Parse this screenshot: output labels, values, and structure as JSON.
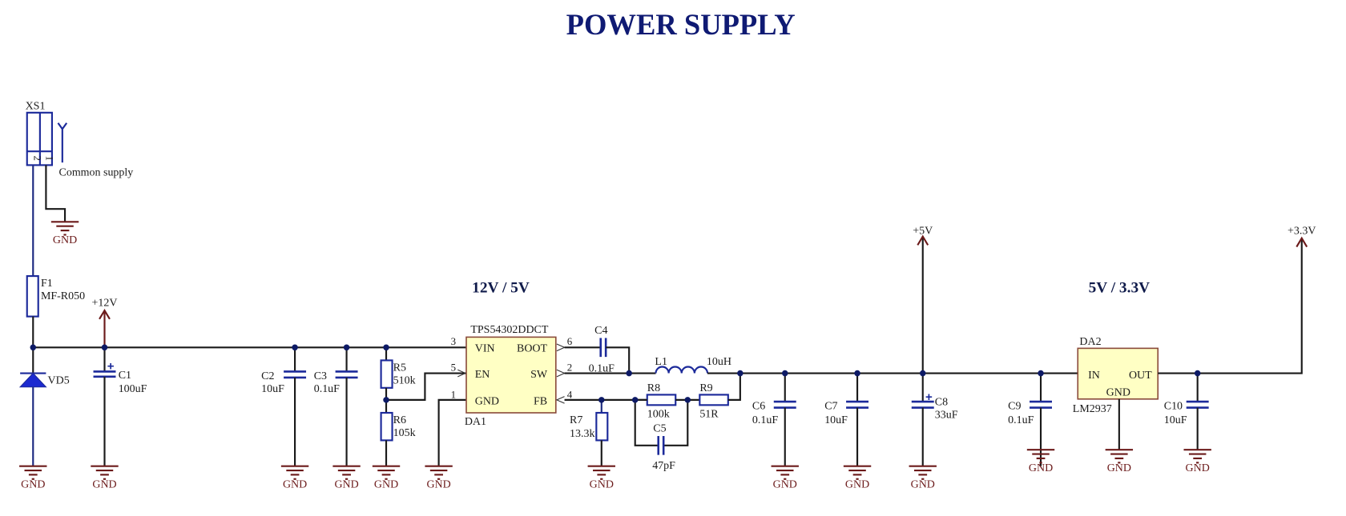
{
  "title": "POWER SUPPLY",
  "sections": {
    "buck": "12V / 5V",
    "ldo": "5V / 3.3V"
  },
  "connector": {
    "ref": "XS1",
    "description": "Common supply",
    "pins": [
      "2",
      "1"
    ]
  },
  "ground_label": "GND",
  "power_ports": {
    "v12": "+12V",
    "v5": "+5V",
    "v33": "+3.3V"
  },
  "fuse": {
    "ref": "F1",
    "value": "MF-R050"
  },
  "diode": {
    "ref": "VD5"
  },
  "capacitors": {
    "C1": {
      "ref": "C1",
      "value": "100uF"
    },
    "C2": {
      "ref": "C2",
      "value": "10uF"
    },
    "C3": {
      "ref": "C3",
      "value": "0.1uF"
    },
    "C4": {
      "ref": "C4",
      "value": "0.1uF"
    },
    "C5": {
      "ref": "C5",
      "value": "47pF"
    },
    "C6": {
      "ref": "C6",
      "value": "0.1uF"
    },
    "C7": {
      "ref": "C7",
      "value": "10uF"
    },
    "C8": {
      "ref": "C8",
      "value": "33uF"
    },
    "C9": {
      "ref": "C9",
      "value": "0.1uF"
    },
    "C10": {
      "ref": "C10",
      "value": "10uF"
    }
  },
  "resistors": {
    "R5": {
      "ref": "R5",
      "value": "510k"
    },
    "R6": {
      "ref": "R6",
      "value": "105k"
    },
    "R7": {
      "ref": "R7",
      "value": "13.3k"
    },
    "R8": {
      "ref": "R8",
      "value": "100k"
    },
    "R9": {
      "ref": "R9",
      "value": "51R"
    }
  },
  "inductor": {
    "ref": "L1",
    "value": "10uH"
  },
  "da1": {
    "ref": "DA1",
    "part": "TPS54302DDCT",
    "pins": {
      "vin": {
        "name": "VIN",
        "num": "3"
      },
      "en": {
        "name": "EN",
        "num": "5"
      },
      "gnd": {
        "name": "GND",
        "num": "1"
      },
      "boot": {
        "name": "BOOT",
        "num": "6"
      },
      "sw": {
        "name": "SW",
        "num": "2"
      },
      "fb": {
        "name": "FB",
        "num": "4"
      }
    }
  },
  "da2": {
    "ref": "DA2",
    "part": "LM2937",
    "pins": {
      "in": "IN",
      "out": "OUT",
      "gnd": "GND"
    }
  },
  "colors": {
    "title": "#0f1a73",
    "wire": "#1a1a1a",
    "component": "#1c2a9a",
    "ground": "#6b1a1a",
    "ic_fill": "#ffffc4",
    "junction": "#0d1a66"
  }
}
